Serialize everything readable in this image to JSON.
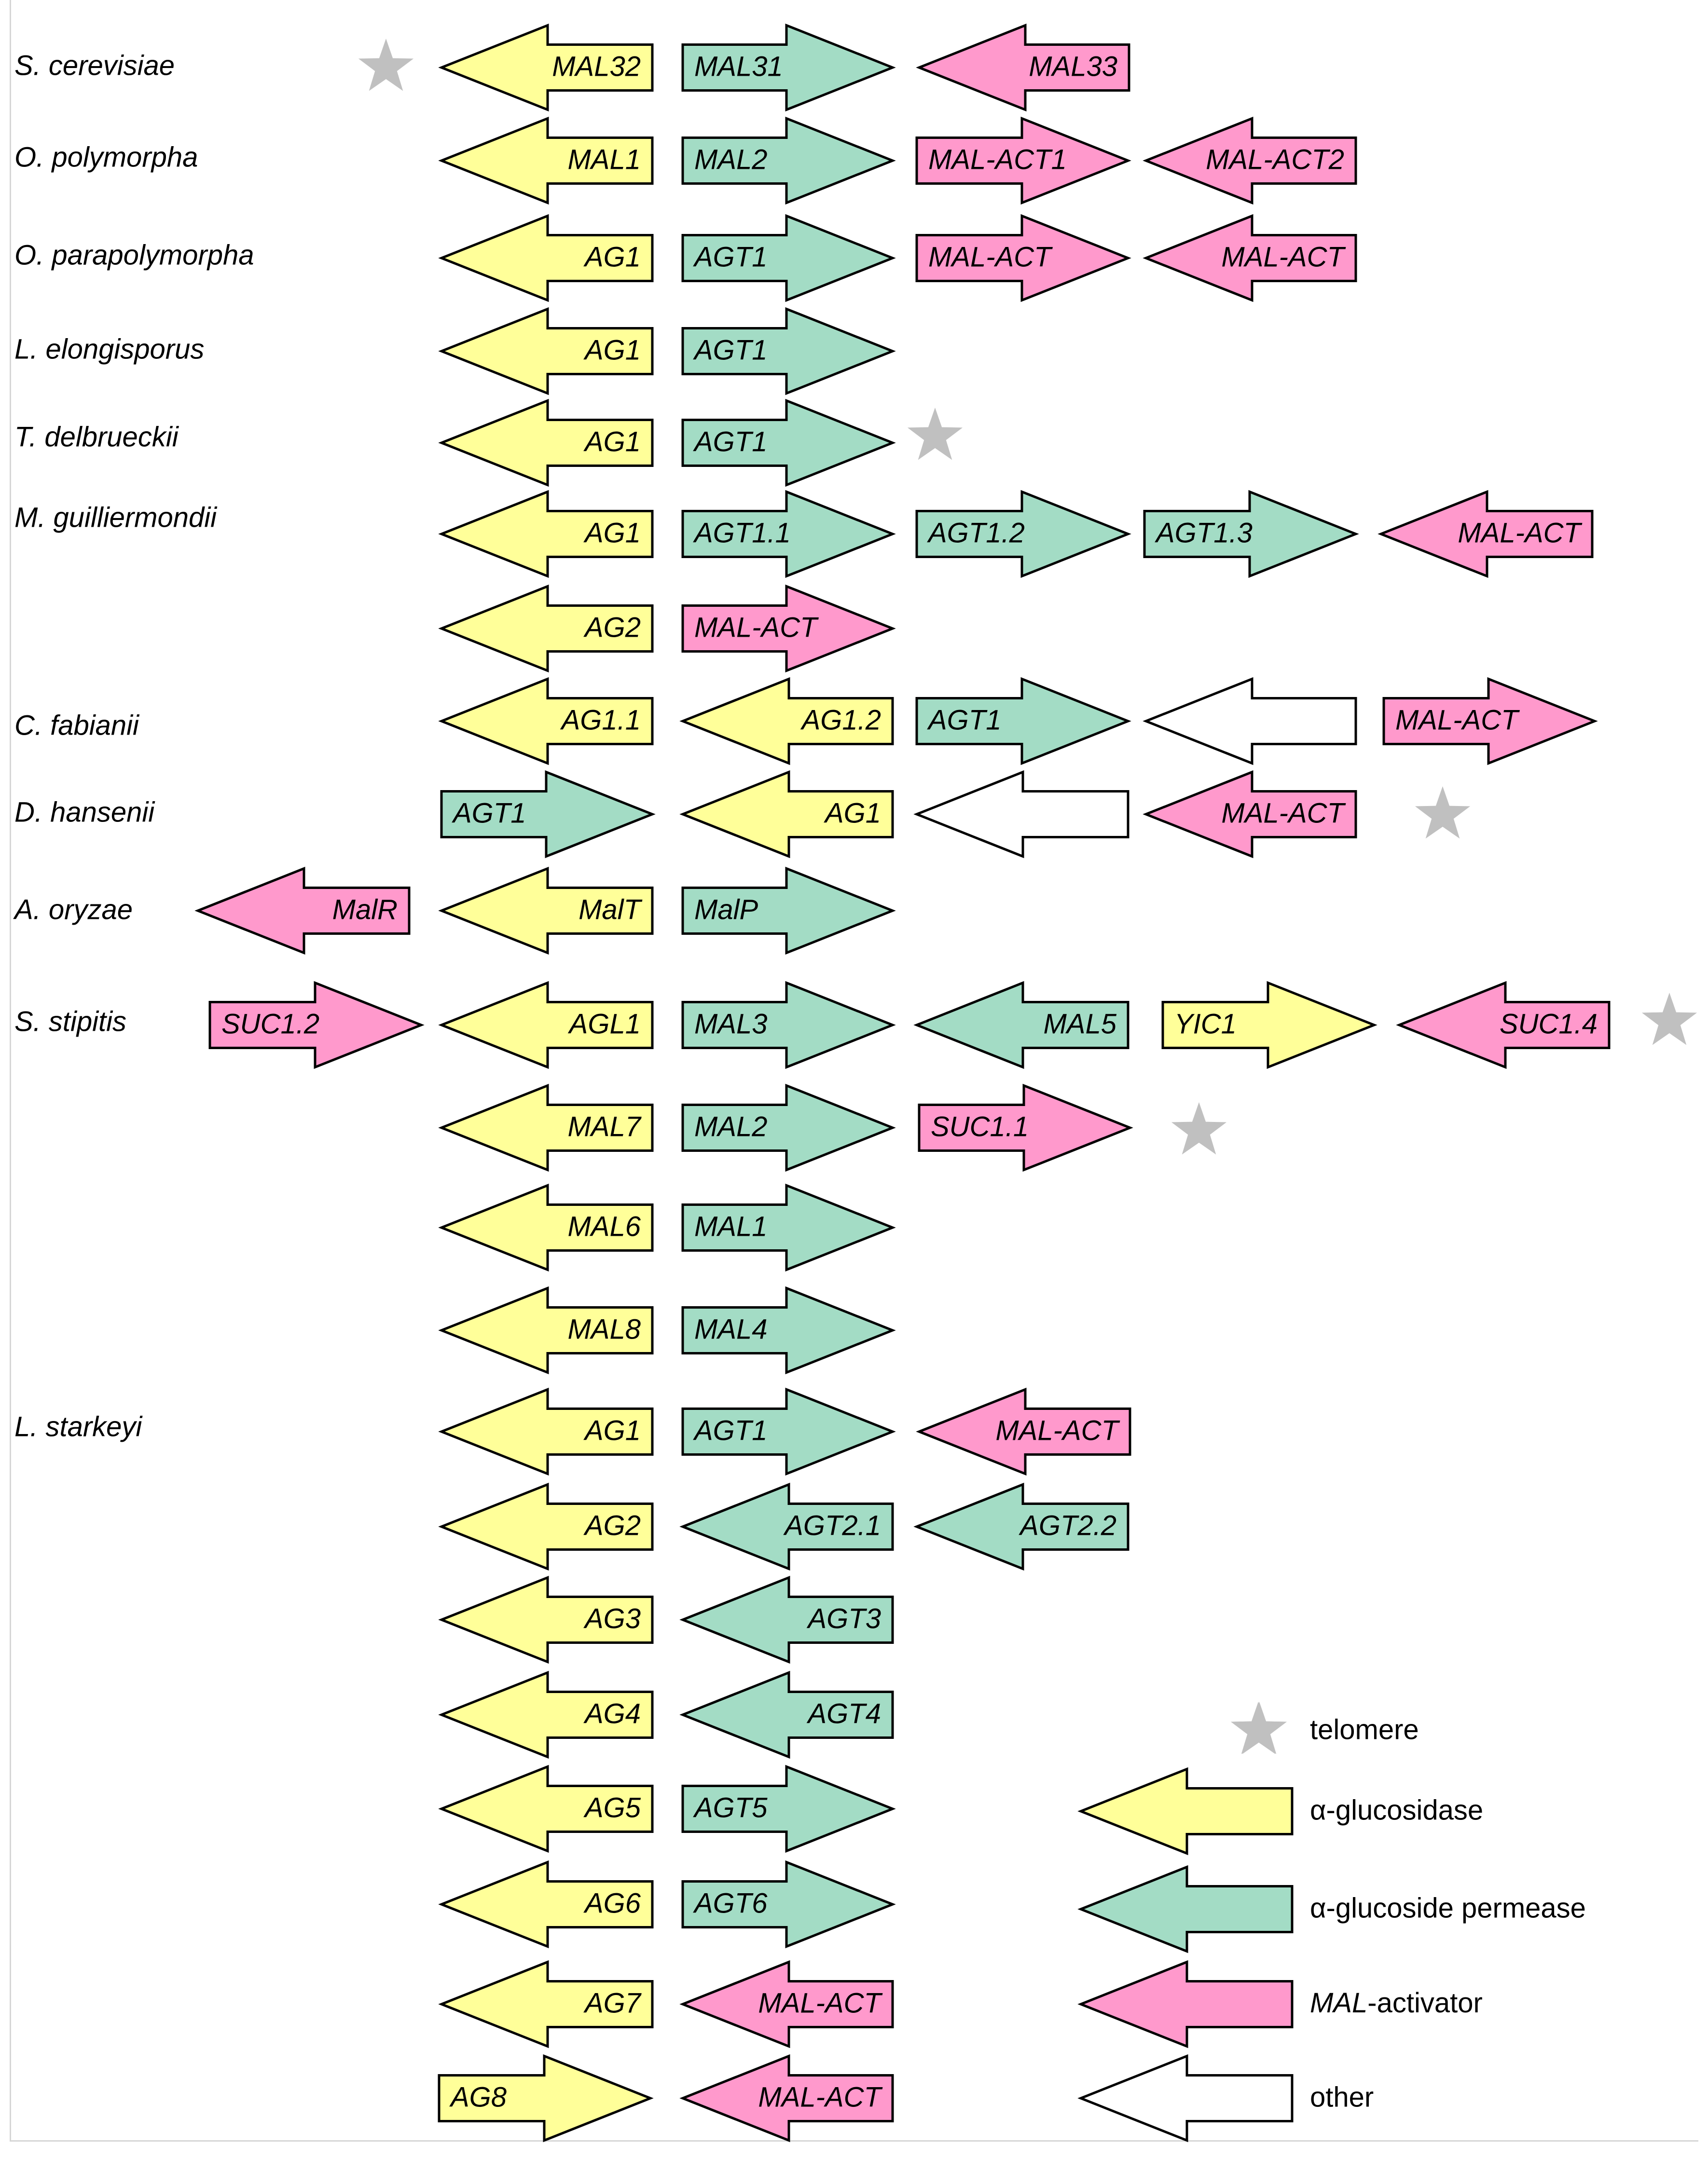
{
  "colors": {
    "glucosidase": "#ffff99",
    "permease": "#a3dcc5",
    "activator": "#ff99cc",
    "other": "#ffffff",
    "telomere": "#c0c0c0",
    "stroke": "#000000"
  },
  "species": [
    "S. cerevisiae",
    "O. polymorpha",
    "O. parapolymorpha",
    "L. elongisporus",
    "T. delbrueckii",
    "M. guilliermondii",
    "C. fabianii",
    "D. hansenii",
    "A. oryzae",
    "S. stipitis",
    "L. starkeyi"
  ],
  "genes": [
    {
      "label": "MAL32",
      "type": "glucosidase",
      "dir": "left"
    },
    {
      "label": "MAL31",
      "type": "permease",
      "dir": "right"
    },
    {
      "label": "MAL33",
      "type": "activator",
      "dir": "left"
    },
    {
      "label": "MAL1",
      "type": "glucosidase",
      "dir": "left"
    },
    {
      "label": "MAL2",
      "type": "permease",
      "dir": "right"
    },
    {
      "label": "MAL-ACT1",
      "type": "activator",
      "dir": "right"
    },
    {
      "label": "MAL-ACT2",
      "type": "activator",
      "dir": "left"
    },
    {
      "label": "AG1",
      "type": "glucosidase",
      "dir": "left"
    },
    {
      "label": "AGT1",
      "type": "permease",
      "dir": "right"
    },
    {
      "label": "MAL-ACT",
      "type": "activator",
      "dir": "right"
    },
    {
      "label": "MAL-ACT",
      "type": "activator",
      "dir": "left"
    },
    {
      "label": "AG1",
      "type": "glucosidase",
      "dir": "left"
    },
    {
      "label": "AGT1",
      "type": "permease",
      "dir": "right"
    },
    {
      "label": "AG1",
      "type": "glucosidase",
      "dir": "left"
    },
    {
      "label": "AGT1",
      "type": "permease",
      "dir": "right"
    },
    {
      "label": "AG1",
      "type": "glucosidase",
      "dir": "left"
    },
    {
      "label": "AGT1.1",
      "type": "permease",
      "dir": "right"
    },
    {
      "label": "AGT1.2",
      "type": "permease",
      "dir": "right"
    },
    {
      "label": "AGT1.3",
      "type": "permease",
      "dir": "right"
    },
    {
      "label": "MAL-ACT",
      "type": "activator",
      "dir": "left"
    },
    {
      "label": "AG2",
      "type": "glucosidase",
      "dir": "left"
    },
    {
      "label": "MAL-ACT",
      "type": "activator",
      "dir": "right"
    },
    {
      "label": "AG1.1",
      "type": "glucosidase",
      "dir": "left"
    },
    {
      "label": "AG1.2",
      "type": "glucosidase",
      "dir": "left"
    },
    {
      "label": "AGT1",
      "type": "permease",
      "dir": "right"
    },
    {
      "label": "",
      "type": "other",
      "dir": "left"
    },
    {
      "label": "MAL-ACT",
      "type": "activator",
      "dir": "right"
    },
    {
      "label": "AGT1",
      "type": "permease",
      "dir": "right"
    },
    {
      "label": "AG1",
      "type": "glucosidase",
      "dir": "left"
    },
    {
      "label": "",
      "type": "other",
      "dir": "left"
    },
    {
      "label": "MAL-ACT",
      "type": "activator",
      "dir": "left"
    },
    {
      "label": "MalR",
      "type": "activator",
      "dir": "left"
    },
    {
      "label": "MalT",
      "type": "glucosidase",
      "dir": "left"
    },
    {
      "label": "MalP",
      "type": "permease",
      "dir": "right"
    },
    {
      "label": "SUC1.2",
      "type": "activator",
      "dir": "right"
    },
    {
      "label": "AGL1",
      "type": "glucosidase",
      "dir": "left"
    },
    {
      "label": "MAL3",
      "type": "permease",
      "dir": "right"
    },
    {
      "label": "MAL5",
      "type": "permease",
      "dir": "left"
    },
    {
      "label": "YIC1",
      "type": "glucosidase",
      "dir": "right"
    },
    {
      "label": "SUC1.4",
      "type": "activator",
      "dir": "left"
    },
    {
      "label": "MAL7",
      "type": "glucosidase",
      "dir": "left"
    },
    {
      "label": "MAL2",
      "type": "permease",
      "dir": "right"
    },
    {
      "label": "SUC1.1",
      "type": "activator",
      "dir": "right"
    },
    {
      "label": "MAL6",
      "type": "glucosidase",
      "dir": "left"
    },
    {
      "label": "MAL1",
      "type": "permease",
      "dir": "right"
    },
    {
      "label": "MAL8",
      "type": "glucosidase",
      "dir": "left"
    },
    {
      "label": "MAL4",
      "type": "permease",
      "dir": "right"
    },
    {
      "label": "AG1",
      "type": "glucosidase",
      "dir": "left"
    },
    {
      "label": "AGT1",
      "type": "permease",
      "dir": "right"
    },
    {
      "label": "MAL-ACT",
      "type": "activator",
      "dir": "left"
    },
    {
      "label": "AG2",
      "type": "glucosidase",
      "dir": "left"
    },
    {
      "label": "AGT2.1",
      "type": "permease",
      "dir": "left"
    },
    {
      "label": "AGT2.2",
      "type": "permease",
      "dir": "left"
    },
    {
      "label": "AG3",
      "type": "glucosidase",
      "dir": "left"
    },
    {
      "label": "AGT3",
      "type": "permease",
      "dir": "left"
    },
    {
      "label": "AG4",
      "type": "glucosidase",
      "dir": "left"
    },
    {
      "label": "AGT4",
      "type": "permease",
      "dir": "left"
    },
    {
      "label": "AG5",
      "type": "glucosidase",
      "dir": "left"
    },
    {
      "label": "AGT5",
      "type": "permease",
      "dir": "right"
    },
    {
      "label": "AG6",
      "type": "glucosidase",
      "dir": "left"
    },
    {
      "label": "AGT6",
      "type": "permease",
      "dir": "right"
    },
    {
      "label": "AG7",
      "type": "glucosidase",
      "dir": "left"
    },
    {
      "label": "MAL-ACT",
      "type": "activator",
      "dir": "left"
    },
    {
      "label": "AG8",
      "type": "glucosidase",
      "dir": "right"
    },
    {
      "label": "MAL-ACT",
      "type": "activator",
      "dir": "left"
    }
  ],
  "telomere_count": 6,
  "legend": {
    "telomere": "telomere",
    "glucosidase": "α-glucosidase",
    "permease": "α-glucoside permease",
    "activator_prefix": "MAL",
    "activator_suffix": "-activator",
    "other": "other"
  }
}
